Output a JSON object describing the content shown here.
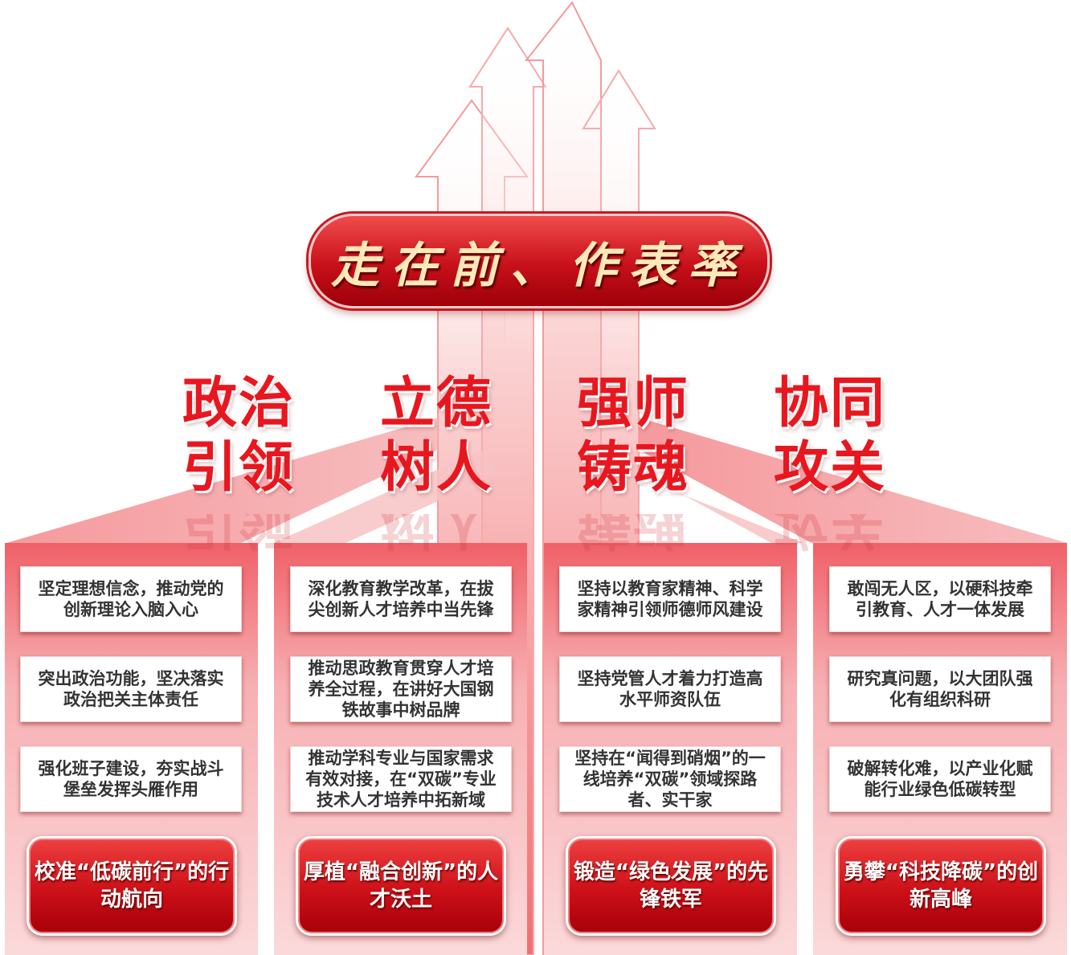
{
  "header": {
    "slogan": "走在前、作表率"
  },
  "columns": [
    {
      "title_line1": "政治",
      "title_line2": "引领",
      "items": [
        "坚定理想信念，推动党的创新理论入脑入心",
        "突出政治功能，坚决落实政治把关主体责任",
        "强化班子建设，夯实战斗堡垒发挥头雁作用"
      ],
      "goal": "校准“低碳前行”的行动航向"
    },
    {
      "title_line1": "立德",
      "title_line2": "树人",
      "items": [
        "深化教育教学改革，在拔尖创新人才培养中当先锋",
        "推动思政教育贯穿人才培养全过程，在讲好大国钢铁故事中树品牌",
        "推动学科专业与国家需求有效对接，在“双碳”专业技术人才培养中拓新域"
      ],
      "goal": "厚植“融合创新”的人才沃土"
    },
    {
      "title_line1": "强师",
      "title_line2": "铸魂",
      "items": [
        "坚持以教育家精神、科学家精神引领师德师风建设",
        "坚持党管人才着力打造高水平师资队伍",
        "坚持在“闻得到硝烟”的一线培养“双碳”领域探路者、实干家"
      ],
      "goal": "锻造“绿色发展”的先锋铁军"
    },
    {
      "title_line1": "协同",
      "title_line2": "攻关",
      "items": [
        "敢闯无人区，以硬科技牵引教育、人才一体发展",
        "研究真问题，以大团队强化有组织科研",
        "破解转化难，以产业化赋能行业绿色低碳转型"
      ],
      "goal": "勇攀“科技降碳”的创新高峰"
    }
  ],
  "colors": {
    "primary_red": "#e8171f",
    "dark_red": "#a8000a",
    "panel_pink": "#f9c8c8"
  }
}
